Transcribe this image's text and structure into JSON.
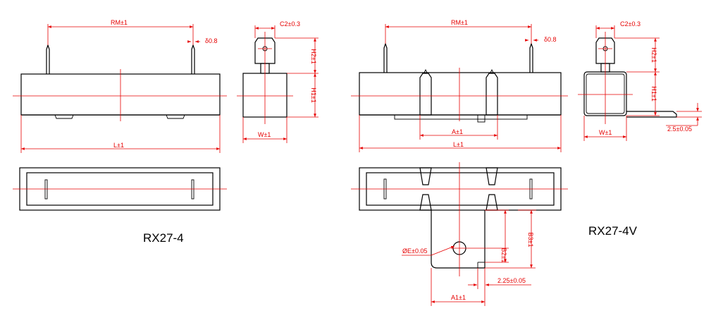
{
  "models": {
    "left": "RX27-4",
    "right": "RX27-4V"
  },
  "dims": {
    "rm": "RM±1",
    "delta": "δ0.8",
    "c2": "C2±0.3",
    "h2": "H2±1",
    "h1": "H1±1",
    "l": "L±1",
    "w": "W±1",
    "a": "A±1",
    "t25": "2.5±0.05",
    "b3": "B3±1",
    "b2": "B2±1",
    "e": "ØE±0.05",
    "t225": "2.25±0.05",
    "a1": "A1±1"
  },
  "colors": {
    "outline": "#000000",
    "dimension": "#e60000"
  }
}
